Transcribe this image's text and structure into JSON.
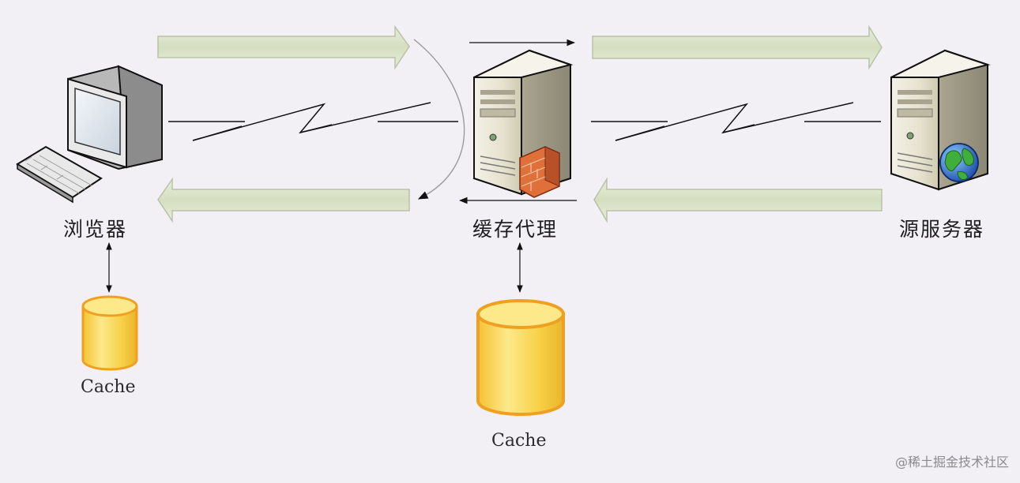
{
  "nodes": {
    "browser": {
      "label": "浏览器"
    },
    "proxy": {
      "label": "缓存代理"
    },
    "origin": {
      "label": "源服务器"
    }
  },
  "caches": {
    "browser_cache": {
      "label": "Cache"
    },
    "proxy_cache": {
      "label": "Cache"
    }
  },
  "watermark": "@稀土掘金技术社区",
  "colors": {
    "background": "#f2f0f5",
    "flow_arrow_fill": "#dfe6cf",
    "flow_arrow_stroke": "#b9c2a8",
    "cache_fill": "#f7d24a",
    "cache_stroke": "#f0a020",
    "firewall": "#e0703a",
    "globe": "#2b68c8"
  }
}
